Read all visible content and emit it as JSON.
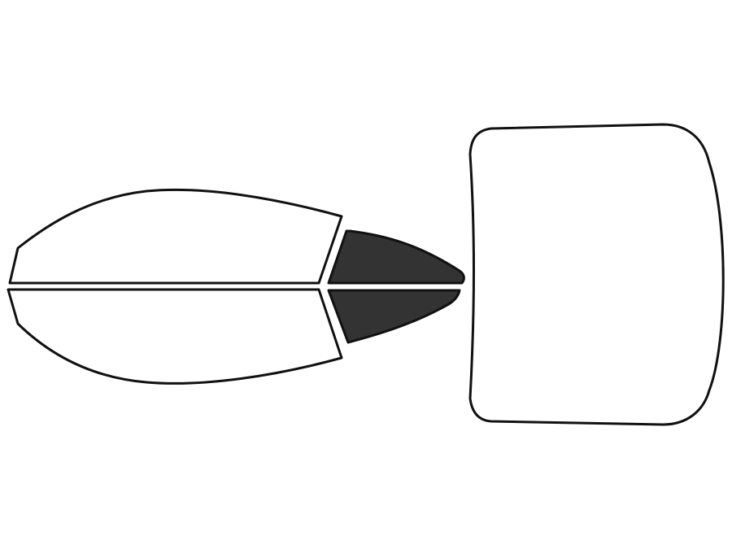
{
  "diagram": {
    "background_color": "#ffffff",
    "outline_color": "#111111",
    "panels": [
      {
        "id": "front-door-window-upper",
        "icon": "window-panel-icon",
        "fill": "#ffffff",
        "tinted": false
      },
      {
        "id": "rear-quarter-window-upper",
        "icon": "window-panel-icon",
        "fill": "#333333",
        "tinted": true
      },
      {
        "id": "front-door-window-lower",
        "icon": "window-panel-icon",
        "fill": "#ffffff",
        "tinted": false
      },
      {
        "id": "rear-quarter-window-lower",
        "icon": "window-panel-icon",
        "fill": "#333333",
        "tinted": true
      },
      {
        "id": "rear-windshield",
        "icon": "window-panel-icon",
        "fill": "#ffffff",
        "tinted": false
      }
    ]
  }
}
